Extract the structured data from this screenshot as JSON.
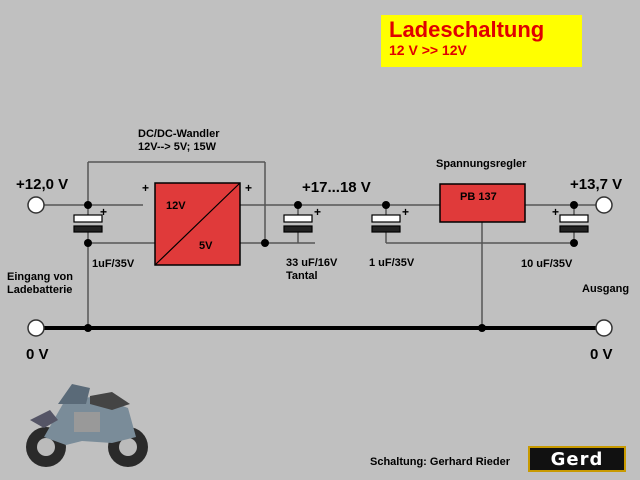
{
  "title": {
    "main": "Ladeschaltung",
    "sub": "12 V >> 12V"
  },
  "converter": {
    "heading_line1": "DC/DC-Wandler",
    "heading_line2": "12V--> 5V; 15W",
    "in_label": "12V",
    "out_label": "5V",
    "plus": "+"
  },
  "regulator": {
    "heading": "Spannungsregler",
    "label": "PB 137"
  },
  "voltages": {
    "input": "+12,0 V",
    "mid": "+17...18 V",
    "output": "+13,7 V",
    "ground_left": "0 V",
    "ground_right": "0 V"
  },
  "capacitors": {
    "c1": "1uF/35V",
    "c2_line1": "33 uF/16V",
    "c2_line2": "Tantal",
    "c3": "1 uF/35V",
    "c4": "10 uF/35V"
  },
  "ports": {
    "input_line1": "Eingang von",
    "input_line2": "Ladebatterie",
    "output": "Ausgang"
  },
  "credit": "Schaltung: Gerhard Rieder",
  "logo_text": "Gerd",
  "colors": {
    "background": "#c0c0c0",
    "component_red": "#e03a3a",
    "title_bg": "#ffff00",
    "title_text": "#e00000"
  },
  "icons": [
    "motorcycle-icon"
  ]
}
